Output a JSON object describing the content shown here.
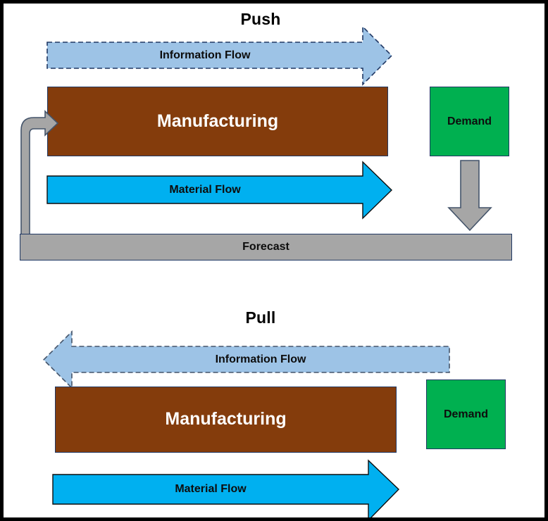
{
  "figure": {
    "type": "diagram",
    "subject": "Push vs Pull manufacturing supply chain flow",
    "border_color": "#000000"
  },
  "palette": {
    "information_flow_fill": "#9DC3E6",
    "information_flow_stroke": "#203864",
    "material_flow_fill": "#00B0F0",
    "material_flow_stroke": "#0d0d0d",
    "manufacturing_fill": "#843C0C",
    "manufacturing_stroke": "#203864",
    "demand_fill": "#00B050",
    "demand_stroke": "#203864",
    "forecast_fill": "#A6A6A6",
    "forecast_stroke": "#203864",
    "elbow_arrow_fill": "#A6A6A6",
    "elbow_arrow_stroke": "#44546A",
    "down_arrow_fill": "#A6A6A6",
    "down_arrow_stroke": "#44546A",
    "text_dark": "#0d0d0d",
    "text_light": "#ffffff"
  },
  "push": {
    "title": "Push",
    "information_flow_label": "Information Flow",
    "manufacturing_label": "Manufacturing",
    "material_flow_label": "Material Flow",
    "demand_label": "Demand",
    "forecast_label": "Forecast",
    "information_flow_direction": "right",
    "material_flow_direction": "right",
    "demand_to_forecast_direction": "down",
    "forecast_to_manufacturing_direction": "elbow-up-right"
  },
  "pull": {
    "title": "Pull",
    "information_flow_label": "Information Flow",
    "manufacturing_label": "Manufacturing",
    "material_flow_label": "Material Flow",
    "demand_label": "Demand",
    "information_flow_direction": "left",
    "material_flow_direction": "right"
  }
}
